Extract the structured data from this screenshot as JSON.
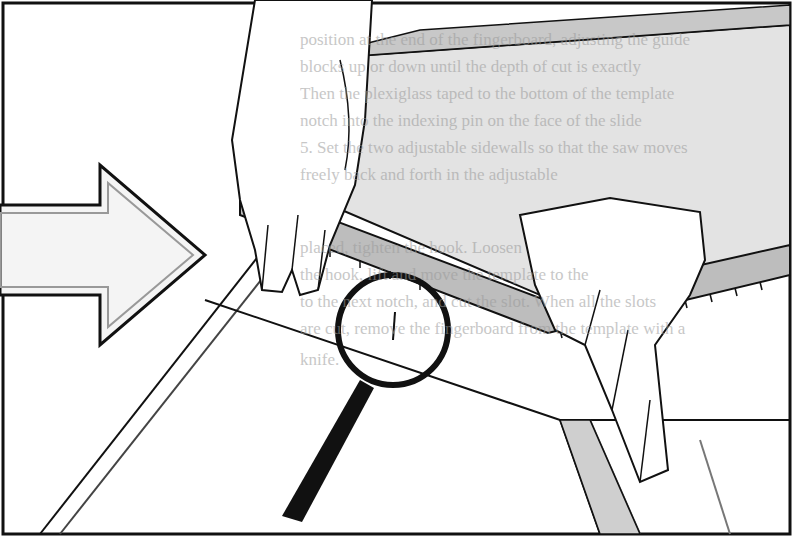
{
  "diagram": {
    "labels": [
      "position at the end of the fingerboard, adjusting the guide",
      "blocks up or down until the depth of cut is exactly",
      "Then the plexiglass taped to the bottom of the template",
      "notch into the indexing pin on the face of the slide",
      "5. Set the two adjustable sidewalls so that the saw moves",
      "freely back and forth in the adjustable",
      "placed, tighten the hook. Loosen",
      "the hook, lift and move the template to the",
      "to the next notch, and cut the slot. When all the slots",
      "are cut, remove the fingerboard from the template with a",
      "knife."
    ]
  }
}
